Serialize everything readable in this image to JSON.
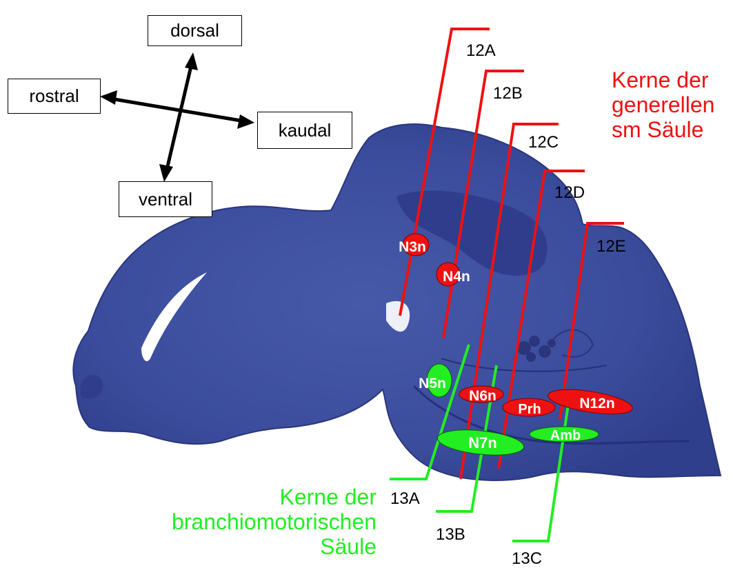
{
  "orientation": {
    "dorsal": "dorsal",
    "rostral": "rostral",
    "kaudal": "kaudal",
    "ventral": "ventral"
  },
  "section_labels": {
    "s12A": "12A",
    "s12B": "12B",
    "s12C": "12C",
    "s12D": "12D",
    "s12E": "12E",
    "s13A": "13A",
    "s13B": "13B",
    "s13C": "13C"
  },
  "nuclei": {
    "N3n": "N3n",
    "N4n": "N4n",
    "N5n": "N5n",
    "N6n": "N6n",
    "N7n": "N7n",
    "Prh": "Prh",
    "N12n": "N12n",
    "Amb": "Amb"
  },
  "legend": {
    "red_lines": [
      "Kerne der",
      "generellen",
      "sm Säule"
    ],
    "green_lines": [
      "Kerne der",
      "branchiomotorischen",
      "Säule"
    ]
  },
  "colors": {
    "red": "#ee1111",
    "green": "#22ee22",
    "tissue": "#3c4fa0",
    "tissue_dark": "#26317a"
  }
}
